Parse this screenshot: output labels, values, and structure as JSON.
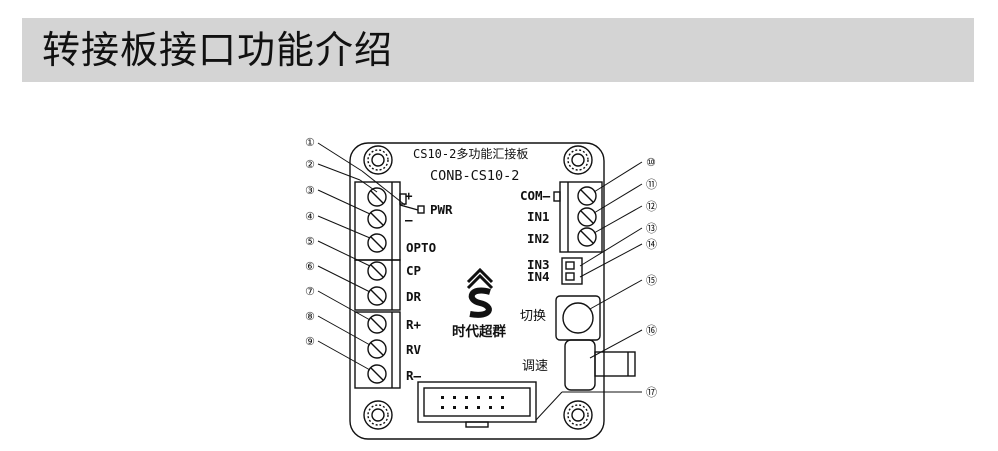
{
  "header": {
    "title": "转接板接口功能介绍"
  },
  "board": {
    "title": "CS10-2多功能汇接板",
    "model": "CONB-CS10-2",
    "logo_text": "时代超群",
    "pwr_label": "PWR",
    "left_labels": [
      "+",
      "–",
      "OPTO",
      "CP",
      "DR",
      "R+",
      "RV",
      "R–"
    ],
    "right_labels": [
      "COM–",
      "IN1",
      "IN2"
    ],
    "dip_labels": [
      "IN3",
      "IN4"
    ],
    "switch_label": "切换",
    "speed_label": "调速"
  },
  "callouts": [
    "①",
    "②",
    "③",
    "④",
    "⑤",
    "⑥",
    "⑦",
    "⑧",
    "⑨",
    "⑩",
    "⑪",
    "⑫",
    "⑬",
    "⑭",
    "⑮",
    "⑯",
    "⑰"
  ]
}
